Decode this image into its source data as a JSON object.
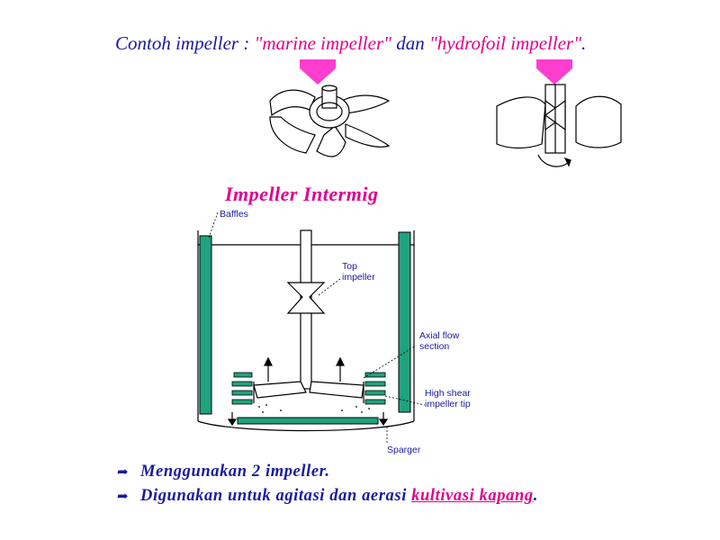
{
  "header": {
    "prefix": "Contoh impeller : ",
    "marine": "\"marine impeller\"",
    "connector": " dan ",
    "hydrofoil": "\"hydrofoil impeller\"",
    "suffix": "."
  },
  "diagram": {
    "title": "Impeller Intermig",
    "labels": {
      "baffles": "Baffles",
      "top_impeller_1": "Top",
      "top_impeller_2": "impeller",
      "axial_1": "Axial flow",
      "axial_2": "section",
      "shear_1": "High shear",
      "shear_2": "impeller tip",
      "sparger": "Sparger"
    },
    "colors": {
      "text_blue": "#1a1aa0",
      "accent_magenta": "#e0008c",
      "baffle_green": "#1fa37e",
      "arrow_magenta": "#ff3dcf"
    }
  },
  "bullets": [
    {
      "icon": "arrow-bullet-icon",
      "text": "Menggunakan 2 impeller."
    },
    {
      "icon": "arrow-bullet-icon",
      "text": "Digunakan untuk agitasi dan aerasi ",
      "highlight": "kultivasi kapang",
      "end": "."
    }
  ]
}
